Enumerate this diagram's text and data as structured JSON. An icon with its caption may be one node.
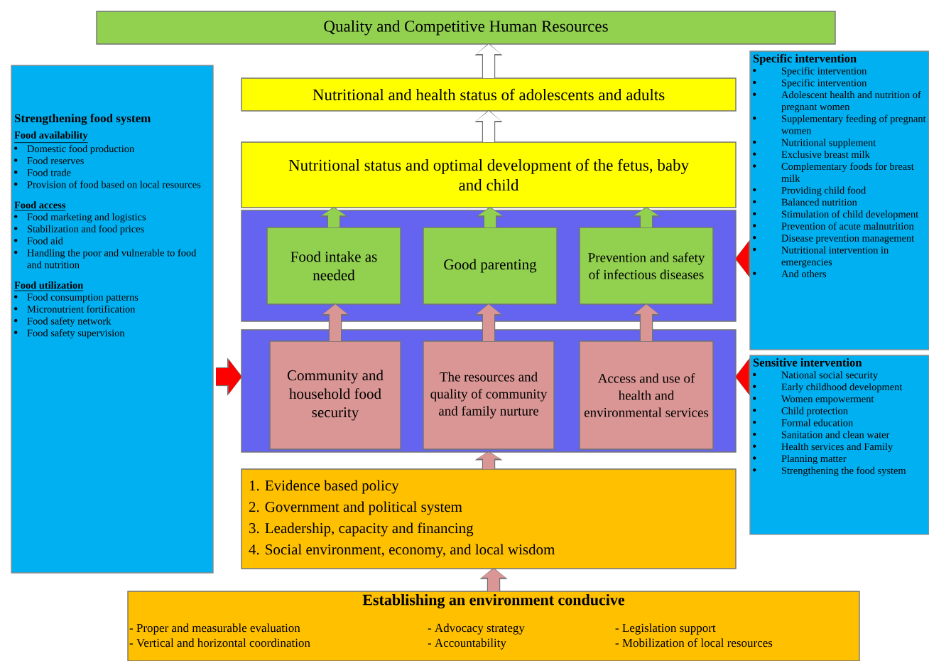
{
  "diagram": {
    "nodes": [
      {
        "text": [
          "Quality and Competitive Human Resources"
        ]
      },
      {
        "text": [
          "Nutritional and health status of adolescents and adults"
        ]
      },
      {
        "text": [
          "Nutritional status and optimal development of the fetus, baby and child"
        ]
      },
      {
        "text": [],
        "shape": "box"
      },
      {
        "text": [
          "Food intake as needed"
        ],
        "in": 3
      },
      {
        "text": [
          "Good parenting"
        ],
        "in": 3
      },
      {
        "text": [
          "Prevention and safety of infectious diseases"
        ],
        "in": 3
      },
      {
        "text": [],
        "shape": "box"
      },
      {
        "text": [
          "Community and household food security"
        ],
        "in": 7
      },
      {
        "text": [
          "The resources and quality of community and family nurture"
        ],
        "in": 7
      },
      {
        "text": [
          "Access and use of health and environmental services"
        ],
        "in": 7
      },
      {
        "text": [
          "1. Evidence based policy",
          "2. Government and political system",
          "3. Leadership, capacity and financing",
          "4. Social environment, economy, and local wisdom"
        ]
      },
      {
        "text": [
          "Establishing an environment conducive",
          "- Proper and measurable evaluation",
          "- Vertical and horizontal coordination",
          "- Advocacy strategy",
          "- Accountability",
          "- Legislation support",
          "- Mobilization of local resources"
        ]
      },
      {
        "text": [
          "Strengthening food system",
          "Food availability",
          "Domestic food production",
          "Food reserves",
          "Food trade",
          "Provision of food based on local resources",
          "Food access",
          "Food marketing and logistics",
          "Stabilization and food prices",
          "Food aid",
          "Handling the poor and vulnerable to food and nutrition",
          "Food utilization",
          "Food consumption patterns",
          "Micronutrient fortification",
          "Food safety network",
          "Food safety supervision"
        ]
      },
      {
        "text": [
          "Specific intervention",
          "Specific intervention",
          "Specific intervention",
          "Adolescent health and nutrition of pregnant women",
          "Supplementary feeding of pregnant women",
          "Nutritional supplement",
          "Exclusive breast milk",
          "Complementary foods for breast milk",
          "Providing child food",
          "Balanced nutrition",
          "Stimulation of child development",
          "Prevention of acute malnutrition",
          "Disease prevention management",
          "Nutritional intervention in emergencies",
          "And others"
        ]
      },
      {
        "text": [
          "Sensitive intervention",
          "National social security",
          "Early childhood development",
          "Women empowerment",
          "Child protection",
          "Formal education",
          "Sanitation and clean water",
          "Health services and Family",
          "Planning matter",
          "Strengthening the food system"
        ]
      }
    ],
    "edges": [
      {
        "from": 1,
        "to": 0,
        "arrow": "to",
        "color": "#ffffff"
      },
      {
        "from": 2,
        "to": 1,
        "arrow": "to",
        "color": "#ffffff"
      },
      {
        "from": 4,
        "to": 2,
        "arrow": "to",
        "color": "#92d050"
      },
      {
        "from": 5,
        "to": 2,
        "arrow": "to",
        "color": "#92d050"
      },
      {
        "from": 6,
        "to": 2,
        "arrow": "to",
        "color": "#92d050"
      },
      {
        "from": 8,
        "to": 4,
        "arrow": "to"
      },
      {
        "from": 9,
        "to": 5,
        "arrow": "to"
      },
      {
        "from": 10,
        "to": 6,
        "arrow": "to"
      },
      {
        "from": 11,
        "to": 7,
        "arrow": "to"
      },
      {
        "from": 12,
        "to": 11,
        "arrow": "to"
      },
      {
        "from": 13,
        "to": 7,
        "arrow": "to",
        "color": "#ff0000"
      },
      {
        "from": 14,
        "to": 3,
        "arrow": "to",
        "color": "#ff0000"
      },
      {
        "from": 15,
        "to": 7,
        "arrow": "to",
        "color": "#ff0000"
      }
    ]
  }
}
